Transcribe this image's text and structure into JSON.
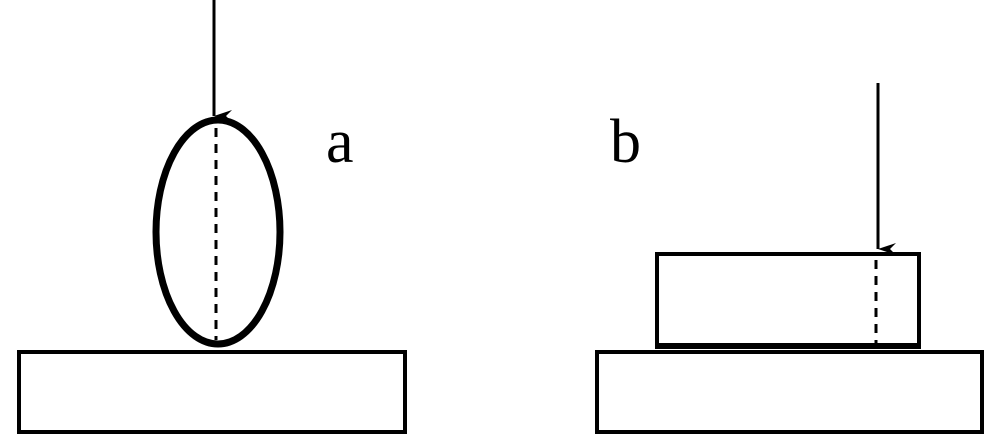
{
  "panels": [
    {
      "label": "a",
      "shape": "ellipse"
    },
    {
      "label": "b",
      "shape": "flat-block"
    }
  ],
  "colors": {
    "stroke": "#000000",
    "background": "#ffffff"
  }
}
